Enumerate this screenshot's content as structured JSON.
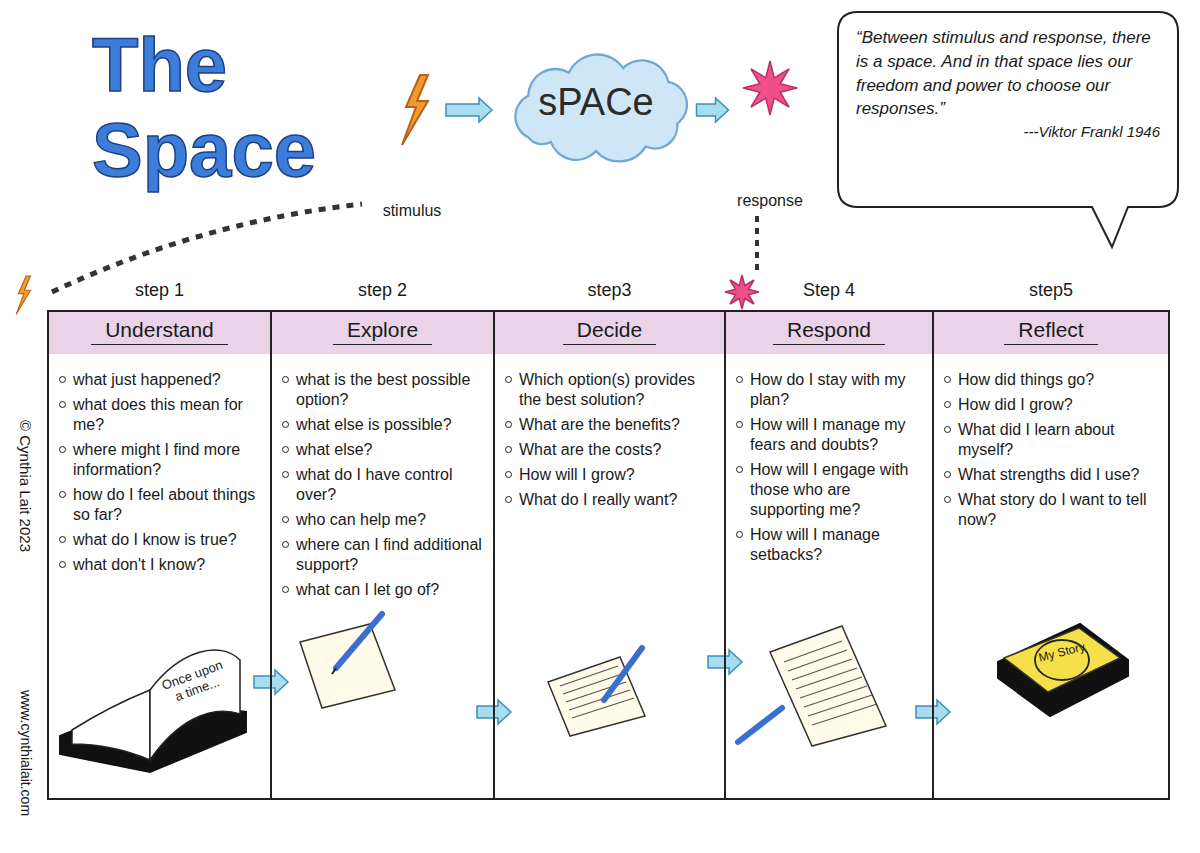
{
  "diagram": {
    "title": "The Space",
    "nodes": [
      {
        "text": [
          "stimulus"
        ]
      },
      {
        "text": [
          "sPACe"
        ]
      },
      {
        "text": [
          "response"
        ]
      },
      {
        "text": [
          "“Between stimulus and response, there is a space. And in that space lies our freedom and power to choose our responses.”",
          "---Viktor Frankl 1946"
        ]
      },
      {
        "text": [
          "step 1",
          "Understand",
          "what just happened?",
          "what does this mean for me?",
          "where might I find more information?",
          "how do I feel about things so far?",
          "what do I know is true?",
          "what don't I know?"
        ]
      },
      {
        "text": [
          "step 2",
          "Explore",
          "what is the best possible option?",
          "what else is possible?",
          "what else?",
          "what do I have control over?",
          "who can help me?",
          "where can I find additional support?",
          "what can I let go of?"
        ]
      },
      {
        "text": [
          "step3",
          "Decide",
          "Which option(s) provides the best solution?",
          "What are the benefits?",
          "What are the costs?",
          "How will I grow?",
          "What do I really want?"
        ]
      },
      {
        "text": [
          "Step 4",
          "Respond",
          "How do I stay with my plan?",
          "How will I manage my fears and doubts?",
          "How will I engage with those who are supporting me?",
          "How will I manage setbacks?"
        ]
      },
      {
        "text": [
          "step5",
          "Reflect",
          "How did things go?",
          "How did I grow?",
          "What did I learn about myself?",
          "What strengths did I use?",
          "What story do I want to tell now?"
        ]
      }
    ],
    "edges": [
      {
        "from": 0,
        "to": 1,
        "arrow": "to"
      },
      {
        "from": 1,
        "to": 2,
        "arrow": "to"
      },
      {
        "from": 4,
        "to": 5,
        "arrow": "to"
      },
      {
        "from": 5,
        "to": 6,
        "arrow": "to"
      },
      {
        "from": 6,
        "to": 7,
        "arrow": "to"
      },
      {
        "from": 7,
        "to": 8,
        "arrow": "to"
      }
    ],
    "labels": [
      "Once upon a time...",
      "My Story",
      "© Cynthia Lait 2023",
      "www.cynthialait.com"
    ]
  }
}
